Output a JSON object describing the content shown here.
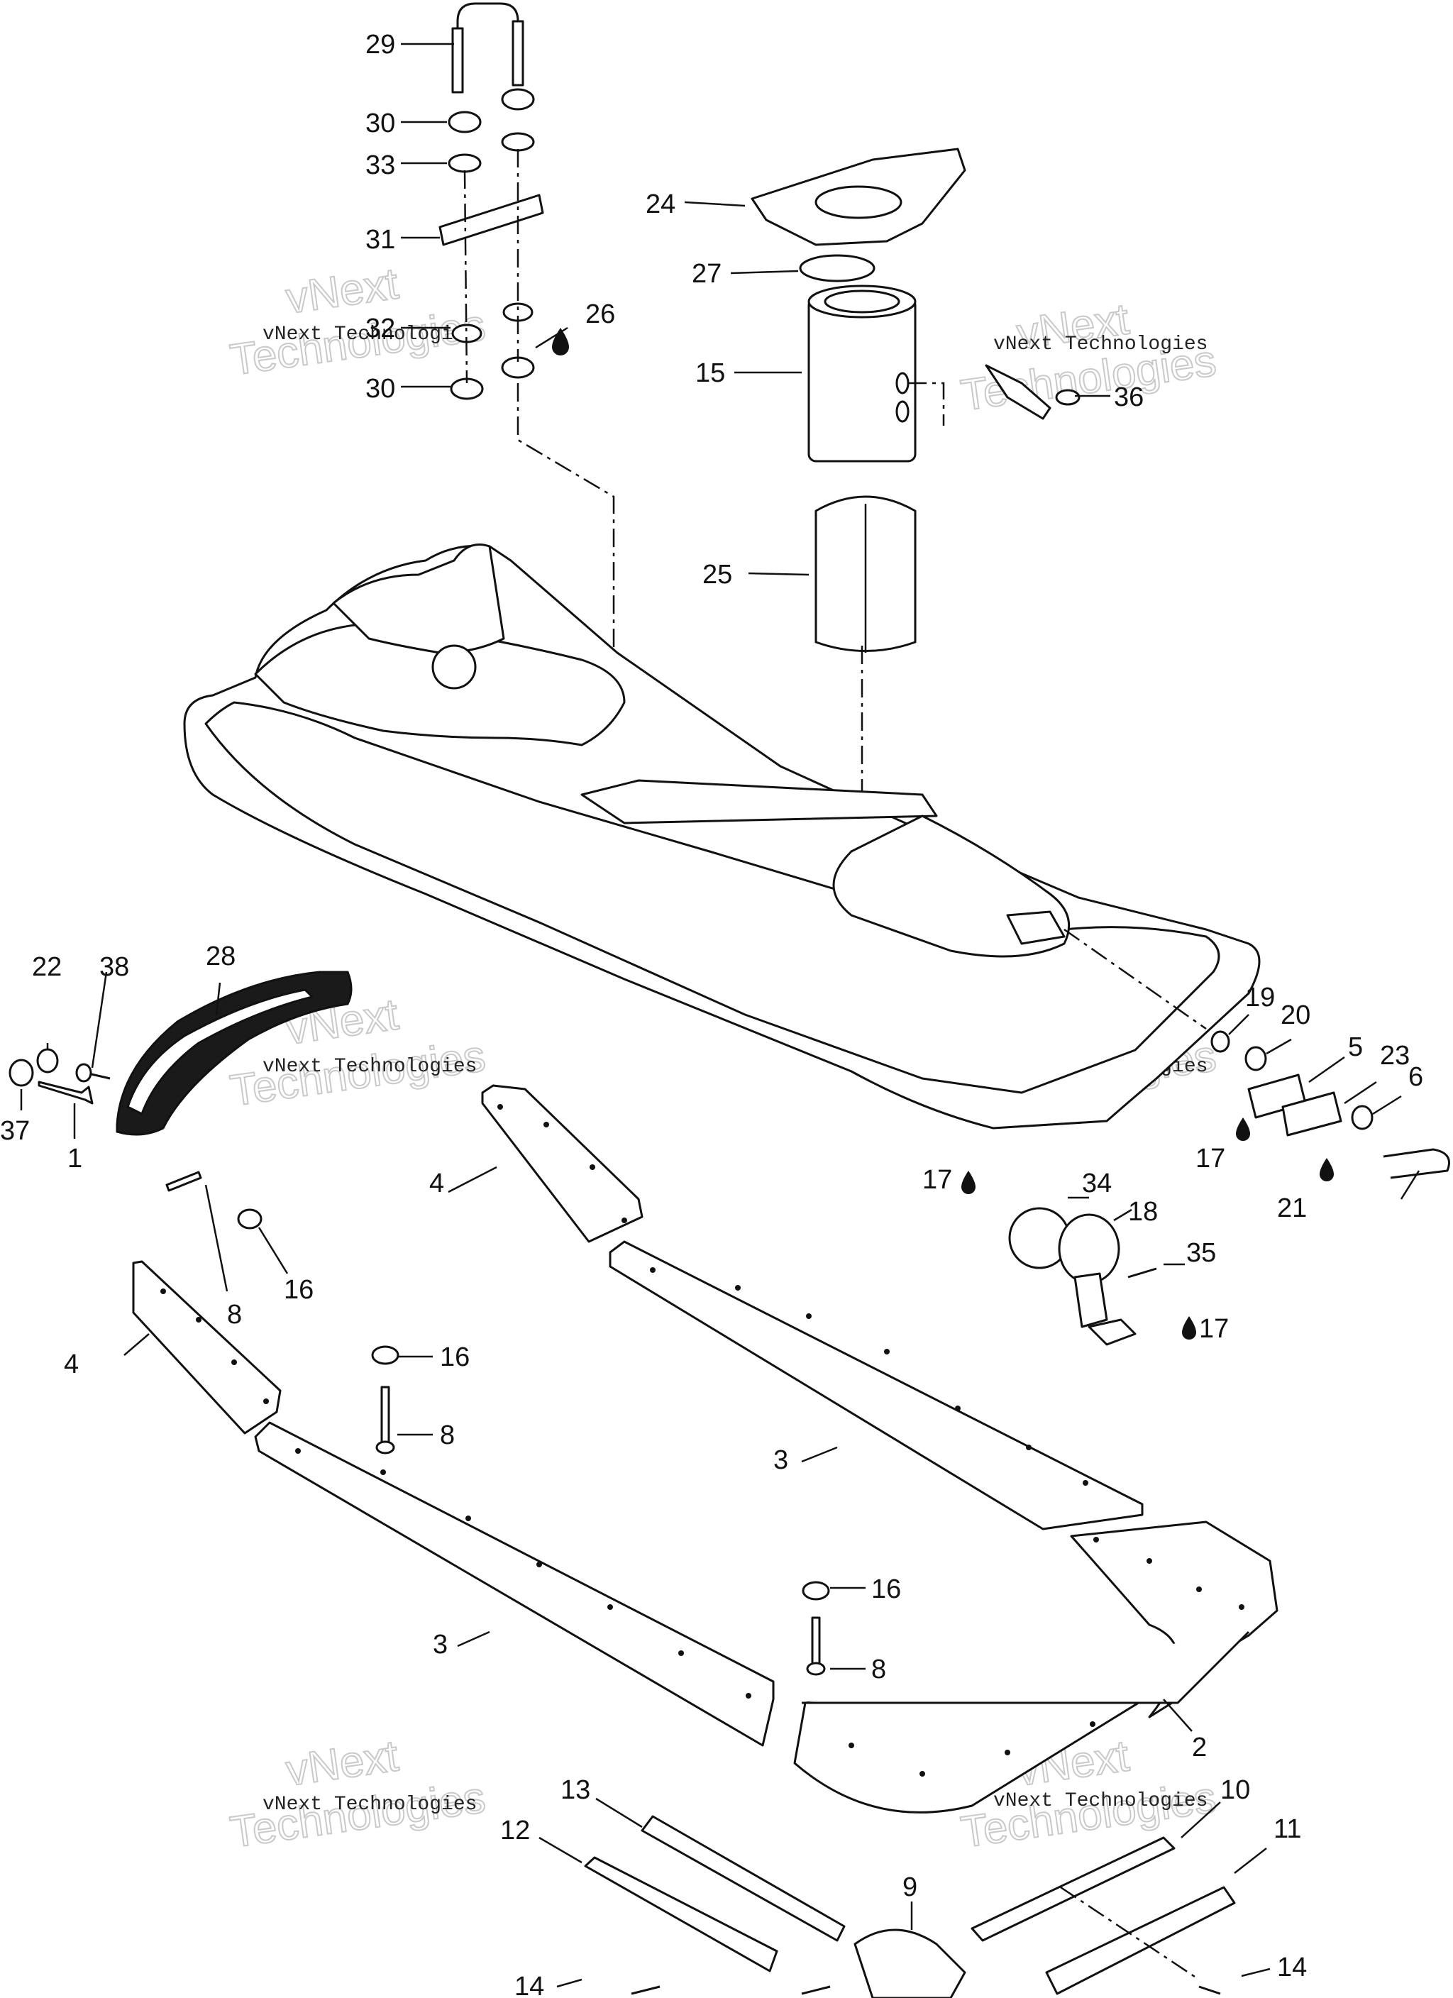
{
  "callouts": {
    "c1": "1",
    "c2": "2",
    "c3a": "3",
    "c3b": "3",
    "c4a": "4",
    "c4b": "4",
    "c5": "5",
    "c6": "6",
    "c8a": "8",
    "c8b": "8",
    "c8c": "8",
    "c9": "9",
    "c10": "10",
    "c11": "11",
    "c12": "12",
    "c13": "13",
    "c14a": "14",
    "c14b": "14",
    "c15": "15",
    "c16a": "16",
    "c16b": "16",
    "c16c": "16",
    "c17a": "17",
    "c17b": "17",
    "c17c": "17",
    "c18": "18",
    "c19": "19",
    "c20": "20",
    "c21": "21",
    "c22": "22",
    "c23": "23",
    "c24": "24",
    "c25": "25",
    "c26": "26",
    "c27": "27",
    "c28": "28",
    "c29": "29",
    "c30a": "30",
    "c30b": "30",
    "c31": "31",
    "c32": "32",
    "c33": "33",
    "c34": "34",
    "c35": "35",
    "c36": "36",
    "c37": "37",
    "c38": "38"
  },
  "watermark": {
    "line_small": "vNext Technologies",
    "line_big_top": "vNext",
    "line_big_bottom": "Technologies"
  }
}
